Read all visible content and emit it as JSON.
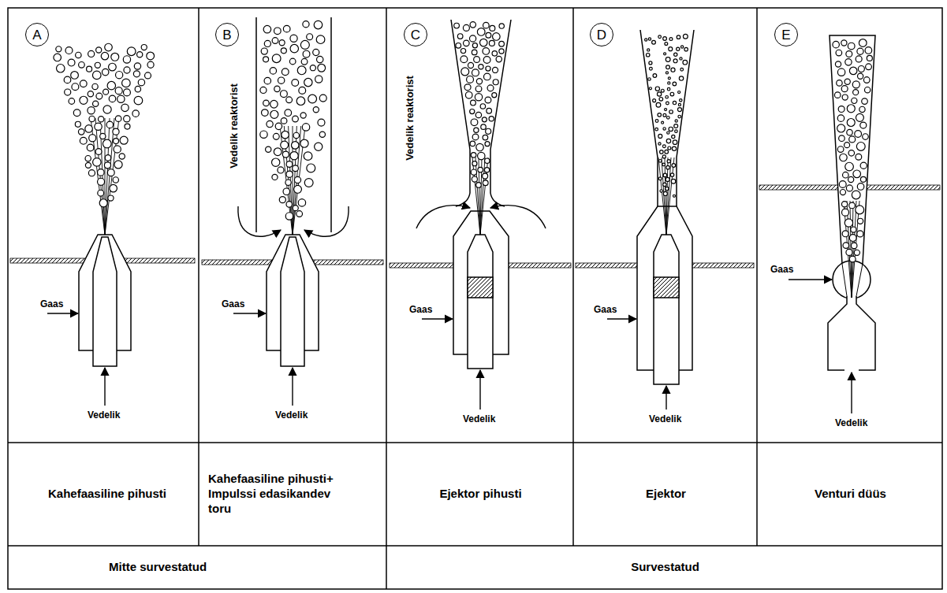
{
  "diagram": {
    "nodes": [
      {
        "text": [
          "A"
        ]
      },
      {
        "text": [
          "B"
        ]
      },
      {
        "text": [
          "C"
        ]
      },
      {
        "text": [
          "D"
        ]
      },
      {
        "text": [
          "E"
        ]
      }
    ],
    "labels": [
      "Gaas",
      "Vedelik",
      "Vedelik reaktorist",
      "Gaas",
      "Vedelik",
      "Vedelik reaktorist",
      "Gaas",
      "Vedelik",
      "Gaas",
      "Vedelik",
      "Gaas",
      "Vedelik",
      "Kahefaasiline pihusti",
      "Kahefaasiline pihusti+ Impulssi edasikandev toru",
      "Ejektor pihusti",
      "Ejektor",
      "Venturi düüs",
      "Mitte survestatud",
      "Survestatud"
    ]
  }
}
